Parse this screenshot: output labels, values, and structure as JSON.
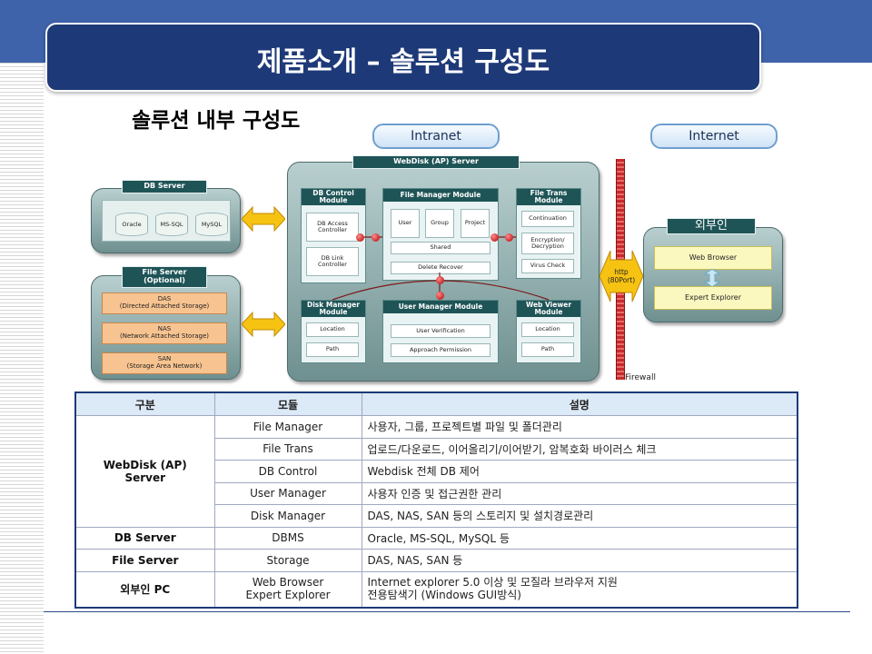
{
  "header": {
    "title": "제품소개 – 솔루션 구성도"
  },
  "subtitle": "솔루션 내부 구성도",
  "diagram": {
    "intranet_label": "Intranet",
    "internet_label": "Internet",
    "firewall_label": "Firewall",
    "http_label": "http\n(80Port)",
    "db_server": {
      "title": "DB Server",
      "dbs": [
        "Oracle",
        "MS-SQL",
        "MySQL"
      ]
    },
    "file_server": {
      "title": "File Server\n(Optional)",
      "storages": [
        {
          "name": "DAS",
          "desc": "(Directed Attached Storage)"
        },
        {
          "name": "NAS",
          "desc": "(Network Attached Storage)"
        },
        {
          "name": "SAN",
          "desc": "(Storage Area Network)"
        }
      ]
    },
    "app_server": {
      "title": "WebDisk (AP) Server",
      "db_control": {
        "title": "DB Control\nModule",
        "items": [
          "DB Access\nController",
          "DB Link\nController"
        ]
      },
      "file_manager": {
        "title": "File Manager Module",
        "items": [
          "User",
          "Group",
          "Project"
        ],
        "shared": "Shared",
        "delete": "Delete Recover"
      },
      "file_trans": {
        "title": "File Trans\nModule",
        "items": [
          "Continuation",
          "Encryption/\nDecryption",
          "Virus Check"
        ]
      },
      "disk_manager": {
        "title": "Disk Manager\nModule",
        "items": [
          "Location",
          "Path"
        ]
      },
      "user_manager": {
        "title": "User Manager Module",
        "items": [
          "User Verification",
          "Approach Permission"
        ]
      },
      "web_viewer": {
        "title": "Web Viewer\nModule",
        "items": [
          "Location",
          "Path"
        ]
      }
    },
    "external": {
      "title": "외부인",
      "items": [
        "Web Browser",
        "Expert Explorer"
      ]
    }
  },
  "table": {
    "headers": [
      "구분",
      "모듈",
      "설명"
    ],
    "webdisk_label": "WebDisk (AP)\nServer",
    "webdisk_rows": [
      {
        "module": "File Manager",
        "desc": "사용자, 그룹, 프로젝트별 파일 및 폴더관리"
      },
      {
        "module": "File Trans",
        "desc": "업로드/다운로드, 이어올리기/이어받기, 암복호화 바이러스 체크"
      },
      {
        "module": "DB Control",
        "desc": "Webdisk 전체 DB 제어"
      },
      {
        "module": "User Manager",
        "desc": "사용자 인증 및 접근권한 관리"
      },
      {
        "module": "Disk Manager",
        "desc": "DAS, NAS, SAN 등의 스토리지 및 설치경로관리"
      }
    ],
    "other_rows": [
      {
        "category": "DB Server",
        "module": "DBMS",
        "desc": "Oracle, MS-SQL, MySQL 등"
      },
      {
        "category": "File Server",
        "module": "Storage",
        "desc": "DAS, NAS, SAN 등"
      },
      {
        "category": "외부인 PC",
        "module": "Web Browser\nExpert Explorer",
        "desc": "Internet explorer 5.0 이상   및 모질라 브라우저 지원\n전용탐색기 (Windows GUI방식)"
      }
    ]
  },
  "colors": {
    "topbar": "#3f63aa",
    "title_box": "#1e3978",
    "module_header": "#1f5457",
    "panel": "#8fb0b0",
    "storage": "#f7c390",
    "external_item": "#fbf8bf",
    "firewall": "#c62b2b"
  }
}
